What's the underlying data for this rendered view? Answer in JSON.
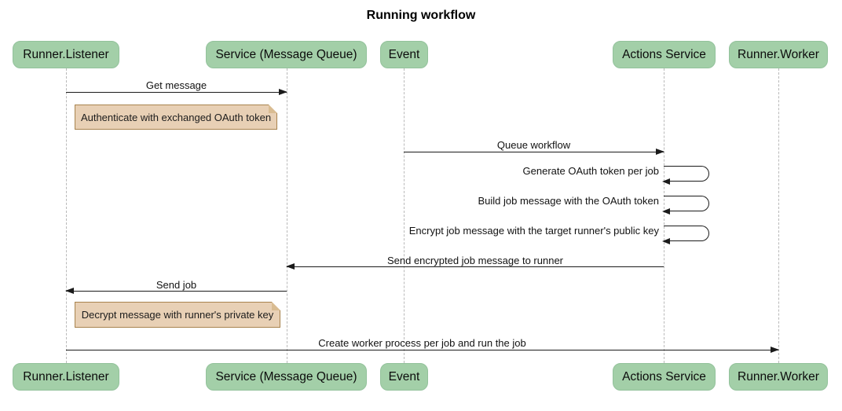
{
  "title": "Running workflow",
  "participants": [
    {
      "label": "Runner.Listener"
    },
    {
      "label": "Service (Message Queue)"
    },
    {
      "label": "Event"
    },
    {
      "label": "Actions Service"
    },
    {
      "label": "Runner.Worker"
    }
  ],
  "messages": [
    {
      "label": "Get message",
      "from": "Runner.Listener",
      "to": "Service (Message Queue)",
      "kind": "arrow-right"
    },
    {
      "label": "Queue workflow",
      "from": "Event",
      "to": "Actions Service",
      "kind": "arrow-right"
    },
    {
      "label": "Generate OAuth token per job",
      "from": "Actions Service",
      "to": "Actions Service",
      "kind": "self"
    },
    {
      "label": "Build job message with the OAuth token",
      "from": "Actions Service",
      "to": "Actions Service",
      "kind": "self"
    },
    {
      "label": "Encrypt job message with the target runner's public key",
      "from": "Actions Service",
      "to": "Actions Service",
      "kind": "self"
    },
    {
      "label": "Send encrypted job message to runner",
      "from": "Actions Service",
      "to": "Service (Message Queue)",
      "kind": "arrow-left"
    },
    {
      "label": "Send job",
      "from": "Service (Message Queue)",
      "to": "Runner.Listener",
      "kind": "arrow-left"
    },
    {
      "label": "Create worker process per job and run the job",
      "from": "Runner.Listener",
      "to": "Runner.Worker",
      "kind": "arrow-right"
    }
  ],
  "notes": [
    {
      "label": "Authenticate with exchanged OAuth token",
      "position": "right of Runner.Listener"
    },
    {
      "label": "Decrypt message with runner's private key",
      "position": "right of Runner.Listener"
    }
  ],
  "colors": {
    "actor_fill": "#a3cfa8",
    "actor_border": "#93c29b",
    "note_fill": "#e8d0b5",
    "note_border": "#a8834e",
    "note_fold": "#d9bc92",
    "line": "#1b1b1b",
    "lifeline": "#b9b9b9",
    "text": "#121212",
    "bg": "#ffffff"
  }
}
